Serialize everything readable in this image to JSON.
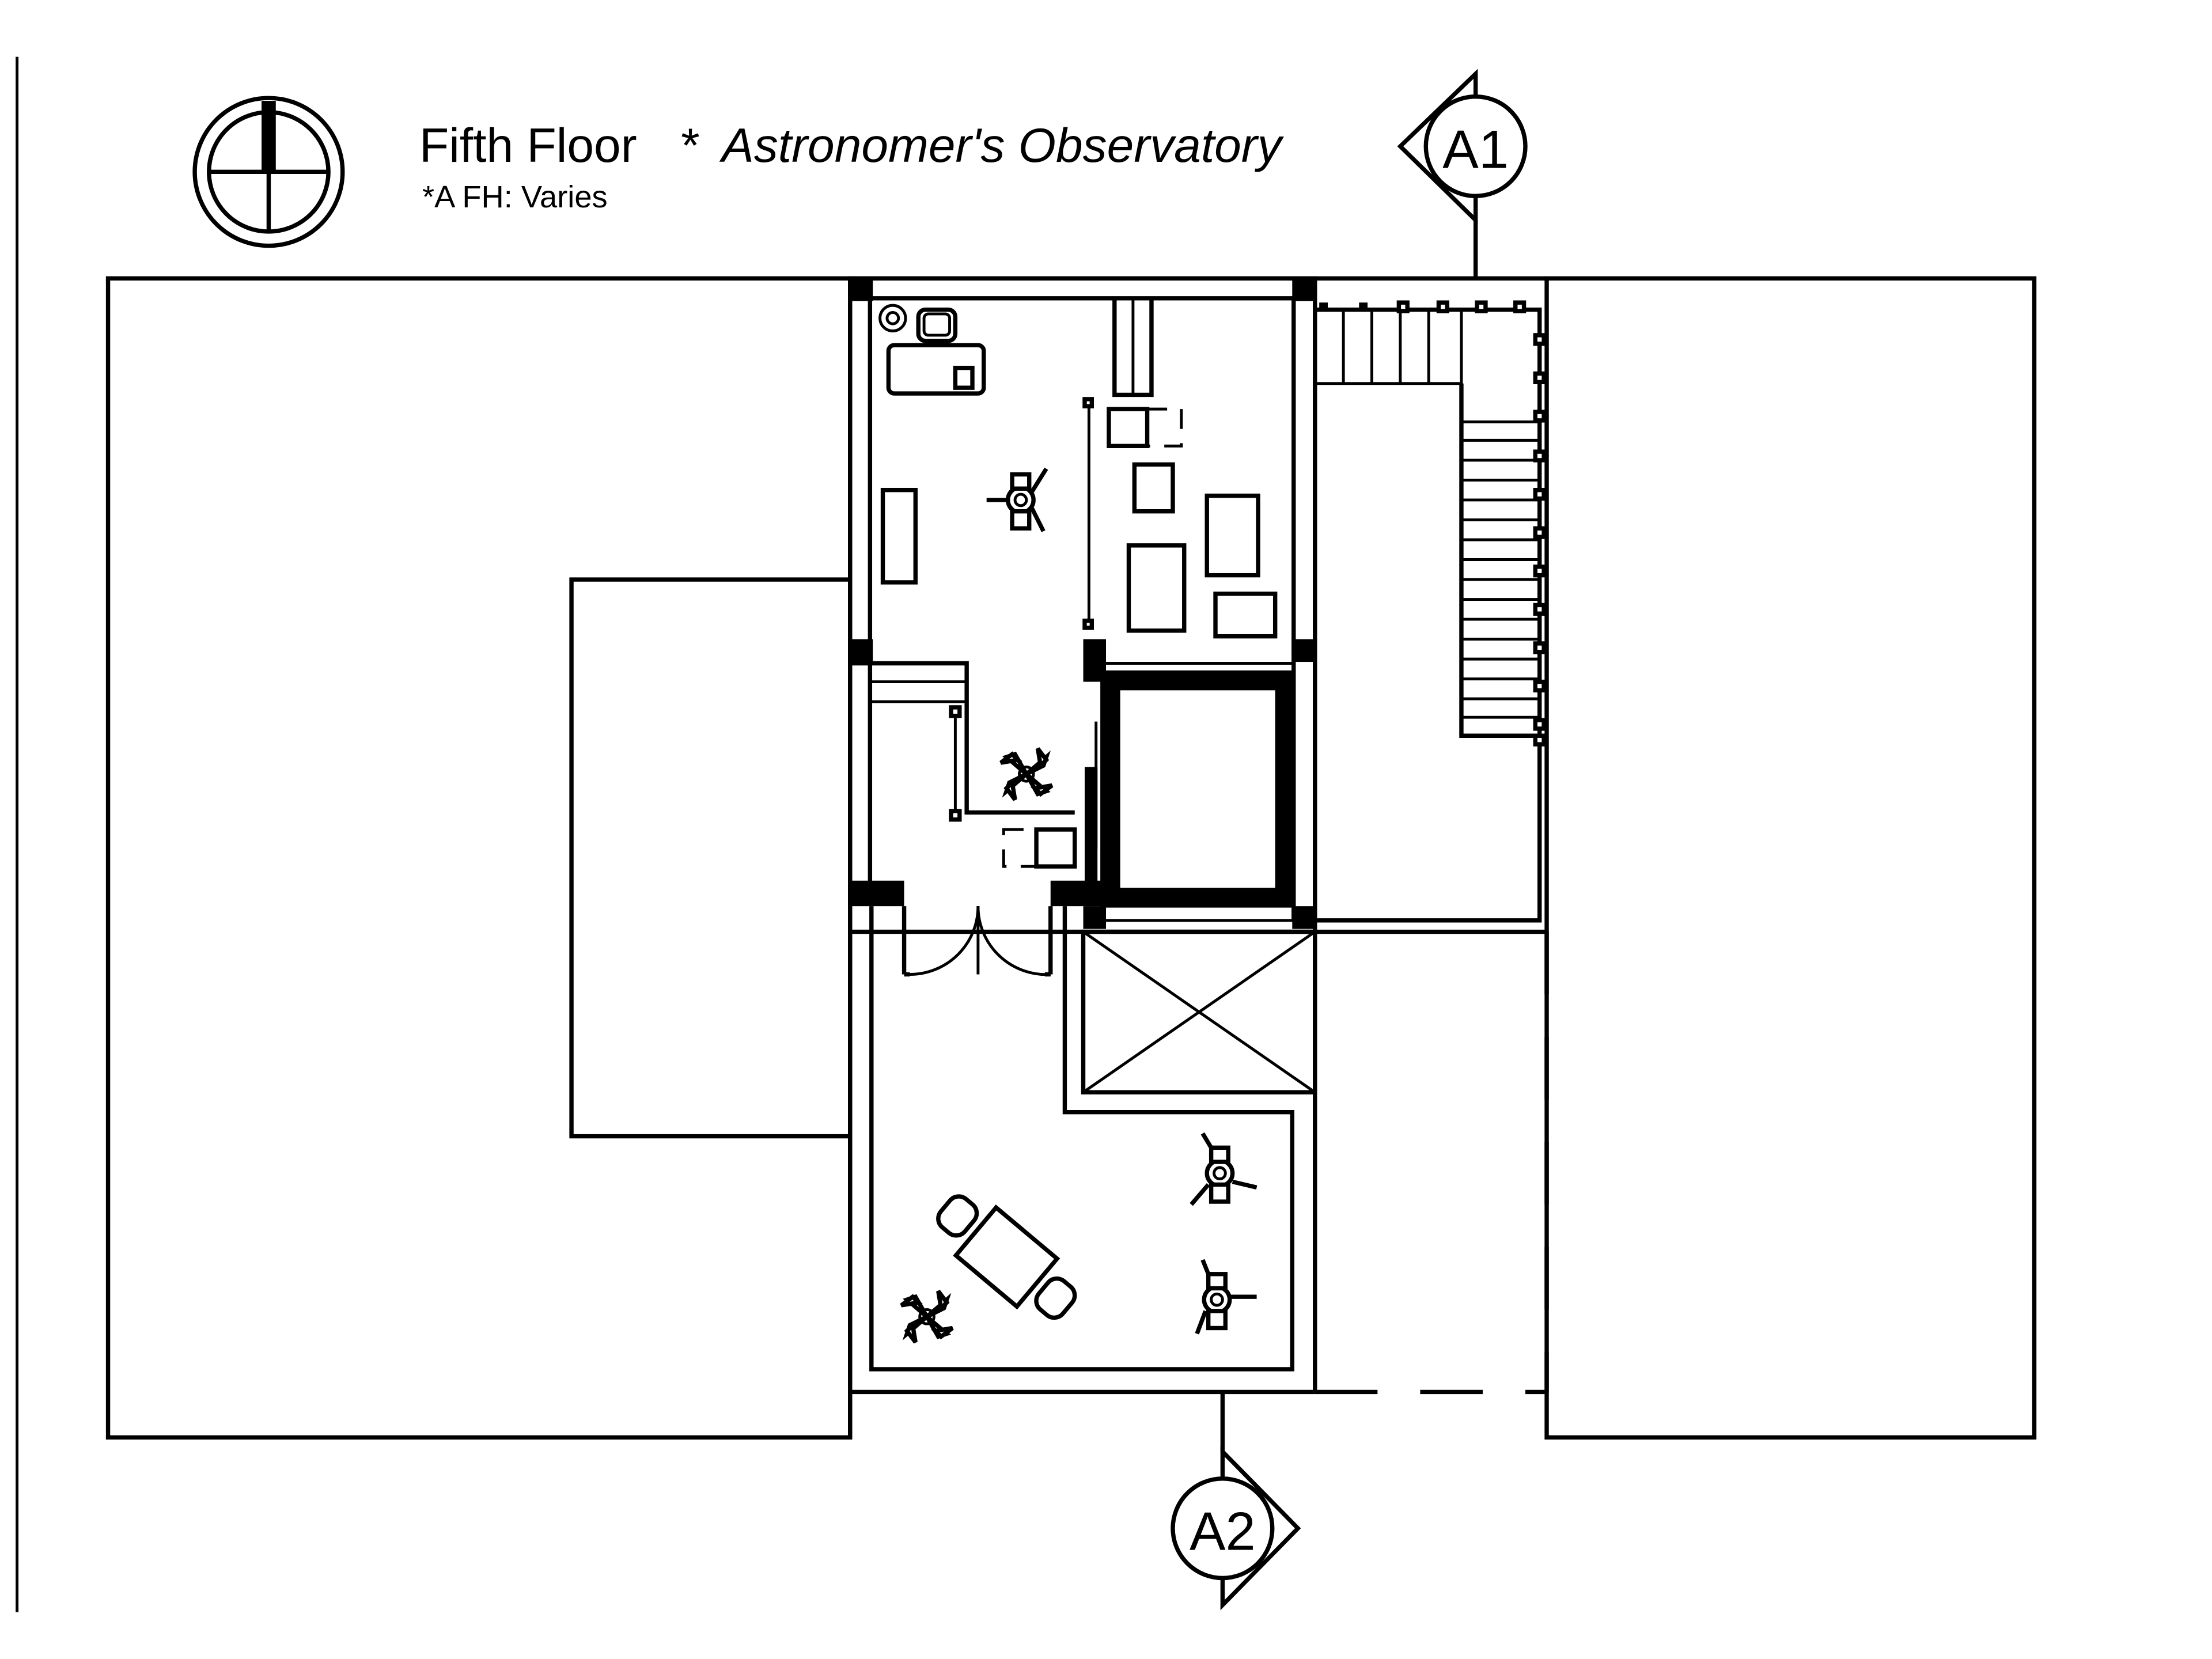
{
  "title": {
    "floor_name": "Fifth Floor",
    "asterisk": "*",
    "room_name": "Astronomer's Observatory",
    "note": "*A  FH: Varies"
  },
  "section_markers": {
    "top": "A1",
    "bottom": "A2"
  }
}
